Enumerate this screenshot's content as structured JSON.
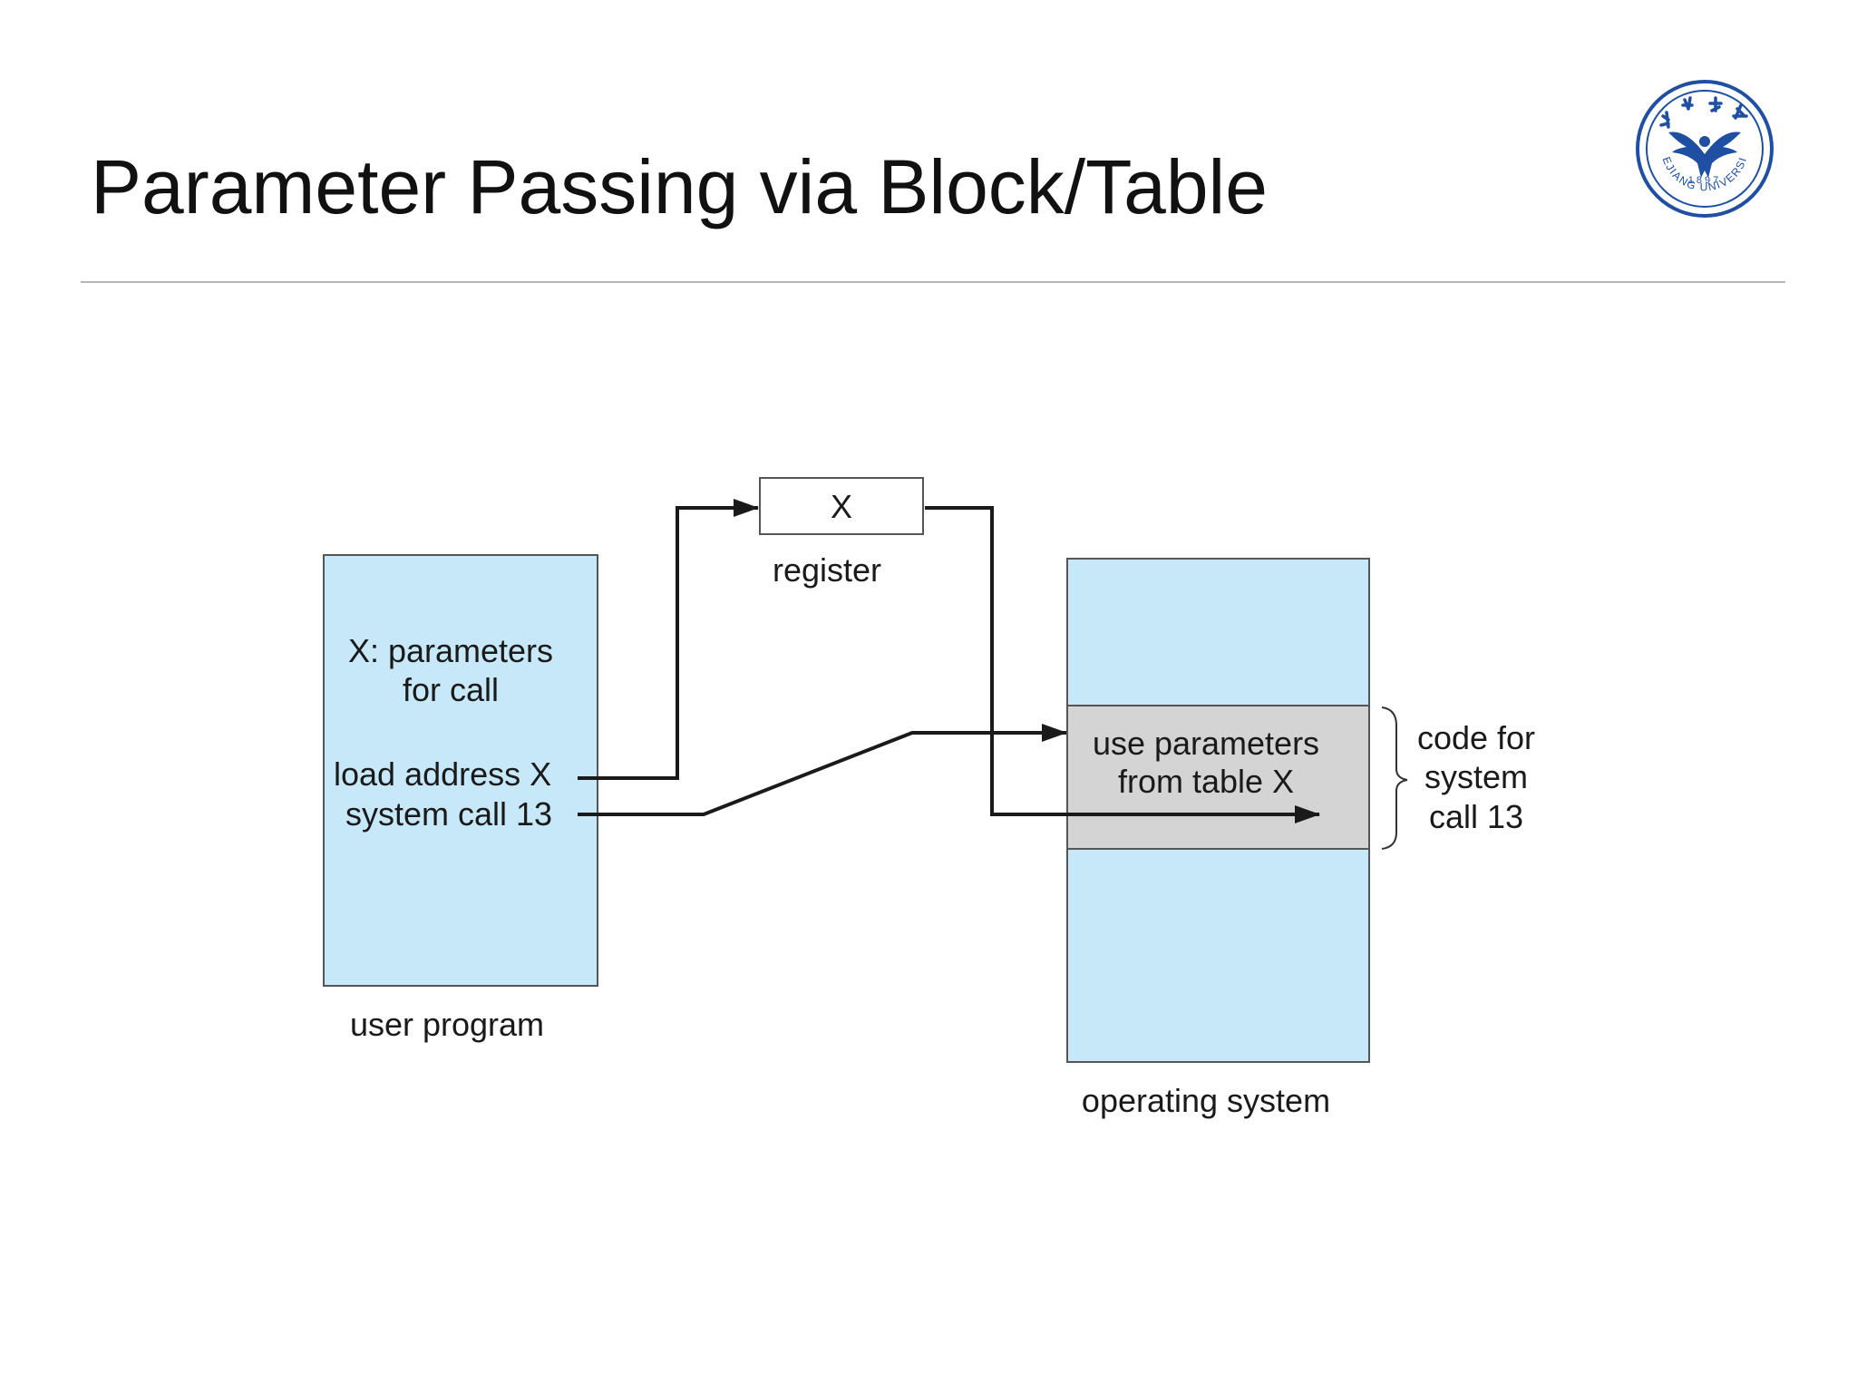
{
  "slide": {
    "title": "Parameter Passing via Block/Table"
  },
  "logo": {
    "name": "ZHEJIANG UNIVERSITY",
    "year": "1897",
    "brand_color": "#1e4fa3"
  },
  "diagram": {
    "user_program": {
      "label": "user program",
      "line1": "X: parameters",
      "line2": "for call",
      "line3": "load address X",
      "line4": "system call 13"
    },
    "register": {
      "value": "X",
      "label": "register"
    },
    "operating_system": {
      "label": "operating system",
      "code_line1": "use parameters",
      "code_line2": "from table X"
    },
    "brace_note": {
      "line1": "code for",
      "line2": "system",
      "line3": "call 13"
    },
    "colors": {
      "memory_block": "#c6e8f9",
      "code_block": "#d4d4d4",
      "stroke": "#1a1a1a"
    }
  }
}
